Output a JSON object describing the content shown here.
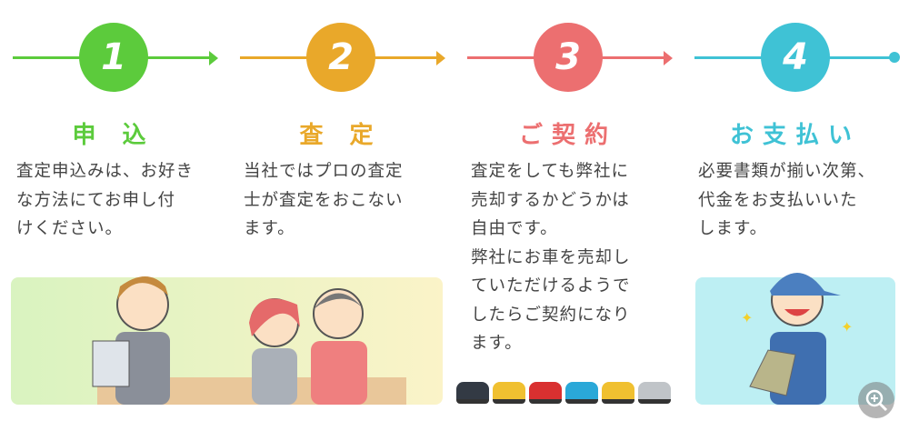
{
  "steps": [
    {
      "number": "1",
      "title": "申 込",
      "color": "#5ccb3c",
      "lines": [
        "査定申込みは、お好き",
        "な方法にてお申し付",
        "けください。"
      ]
    },
    {
      "number": "2",
      "title": "査 定",
      "color": "#e9a82a",
      "lines": [
        "当社ではプロの査定",
        "士が査定をおこない",
        "ます。"
      ]
    },
    {
      "number": "3",
      "title": "ご契約",
      "color": "#ec6f70",
      "lines": [
        "査定をしても弊社に",
        "売却するかどうかは",
        "自由です。",
        "弊社にお車を売却し",
        "ていただけるようで",
        "したらご契約になり",
        "ます。"
      ]
    },
    {
      "number": "4",
      "title": "お支払い",
      "color": "#3fc2d5",
      "lines": [
        "必要書類が揃い次第、",
        "代金をお支払いいた",
        "します。"
      ]
    }
  ],
  "car_colors": [
    "#333a44",
    "#f0c030",
    "#d93030",
    "#2aa8d8",
    "#f0c030",
    "#c0c4c8"
  ],
  "zoom_icon": "zoom-in-icon"
}
